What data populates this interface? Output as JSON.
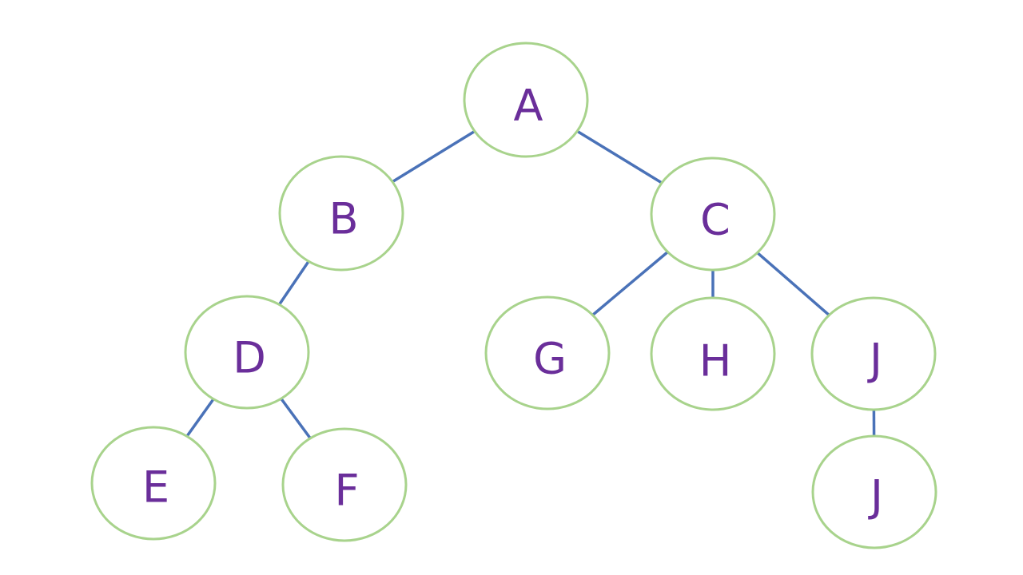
{
  "colors": {
    "edge": "#4a72b8",
    "node_border": "#a8d38c",
    "label": "#6a2e9a",
    "background": "#ffffff"
  },
  "tree": {
    "nodes": [
      {
        "id": "A",
        "label": "A"
      },
      {
        "id": "B",
        "label": "B"
      },
      {
        "id": "C",
        "label": "C"
      },
      {
        "id": "D",
        "label": "D"
      },
      {
        "id": "G",
        "label": "G"
      },
      {
        "id": "H",
        "label": "H"
      },
      {
        "id": "J1",
        "label": "J"
      },
      {
        "id": "E",
        "label": "E"
      },
      {
        "id": "F",
        "label": "F"
      },
      {
        "id": "J2",
        "label": "J"
      }
    ],
    "edges": [
      {
        "from": "A",
        "to": "B"
      },
      {
        "from": "A",
        "to": "C"
      },
      {
        "from": "B",
        "to": "D"
      },
      {
        "from": "C",
        "to": "G"
      },
      {
        "from": "C",
        "to": "H"
      },
      {
        "from": "C",
        "to": "J1"
      },
      {
        "from": "D",
        "to": "E"
      },
      {
        "from": "D",
        "to": "F"
      },
      {
        "from": "J1",
        "to": "J2"
      }
    ]
  }
}
